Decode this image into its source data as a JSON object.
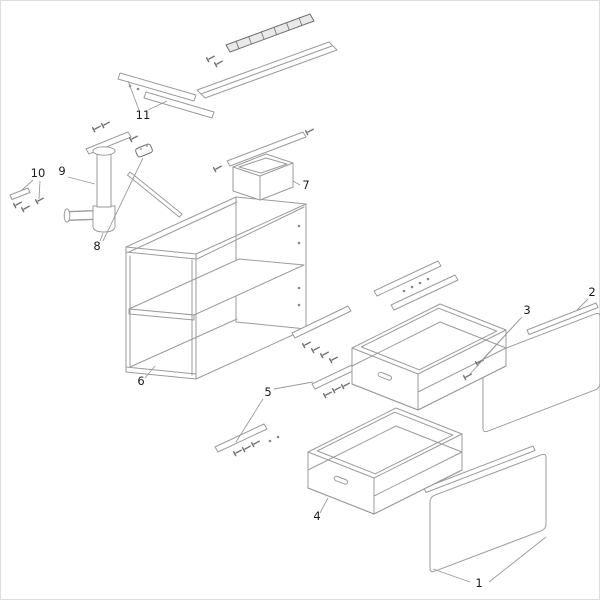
{
  "diagram": {
    "kind": "exploded-parts-diagram",
    "labels": [
      {
        "text": "1"
      },
      {
        "text": "2"
      },
      {
        "text": "3"
      },
      {
        "text": "4"
      },
      {
        "text": "5"
      },
      {
        "text": "6"
      },
      {
        "text": "7"
      },
      {
        "text": "8"
      },
      {
        "text": "9"
      },
      {
        "text": "10"
      },
      {
        "text": "11"
      }
    ]
  },
  "colors": {
    "background": "#ffffff",
    "line": "#9b9b9b",
    "dark": "#707070",
    "label_text": "#1a1a1a",
    "border": "#dddddd"
  }
}
